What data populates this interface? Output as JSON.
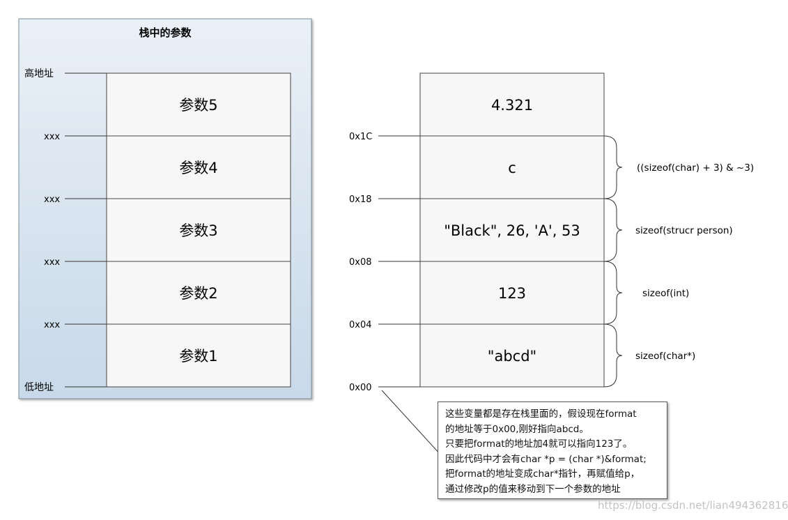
{
  "stack_panel": {
    "title": "栈中的参数",
    "high_label": "高地址",
    "low_label": "低地址",
    "boundary_labels": [
      "xxx",
      "xxx",
      "xxx",
      "xxx"
    ],
    "cells": [
      "参数5",
      "参数4",
      "参数3",
      "参数2",
      "参数1"
    ]
  },
  "memory_panel": {
    "cells": [
      "4.321",
      "c",
      "\"Black\", 26, 'A', 53",
      "123",
      "\"abcd\""
    ],
    "addresses": [
      "0x1C",
      "0x18",
      "0x08",
      "0x04",
      "0x00"
    ],
    "brace_labels": [
      "((sizeof(char) + 3) & ~3)",
      "sizeof(strucr person)",
      "sizeof(int)",
      "sizeof(char*)"
    ]
  },
  "note": {
    "lines": [
      "这些变量都是存在栈里面的，假设现在format",
      "的地址等于0x00,刚好指向abcd。",
      "只要把format的地址加4就可以指向123了。",
      "因此代码中才会有char *p = (char *)&format;",
      "把format的地址变成char*指针，再赋值给p，",
      "通过修改p的值来移动到下一个参数的地址"
    ]
  },
  "watermark": "https://blog.csdn.net/lian494362816",
  "colors": {
    "panel_top": "#eaf0f7",
    "panel_bottom": "#c8d9e9",
    "panel_border": "#7a8a9a",
    "cell_fill": "#f7f7f7",
    "line": "#333333"
  }
}
